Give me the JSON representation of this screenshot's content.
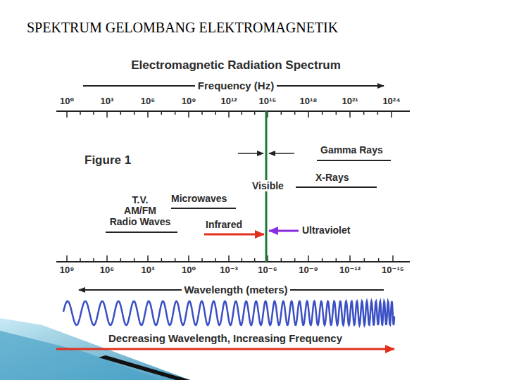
{
  "diagram": {
    "title": "SPEKTRUM GELOMBANG ELEKTROMAGNETIK",
    "labels": [
      "Electromagnetic Radiation Spectrum",
      "Frequency (Hz)",
      "10⁰",
      "10³",
      "10⁶",
      "10⁹",
      "10¹²",
      "10¹⁵",
      "10¹⁸",
      "10²¹",
      "10²⁴",
      "Figure 1",
      "Gamma Rays",
      "Visible",
      "X-Rays",
      "T.V.",
      "AM/FM",
      "Radio Waves",
      "Microwaves",
      "Infrared",
      "Ultraviolet",
      "10⁹",
      "10⁶",
      "10³",
      "10⁰",
      "10⁻³",
      "10⁻⁶",
      "10⁻⁹",
      "10⁻¹²",
      "10⁻¹⁵",
      "Wavelength (meters)",
      "Decreasing Wavelength, Increasing Frequency"
    ]
  }
}
